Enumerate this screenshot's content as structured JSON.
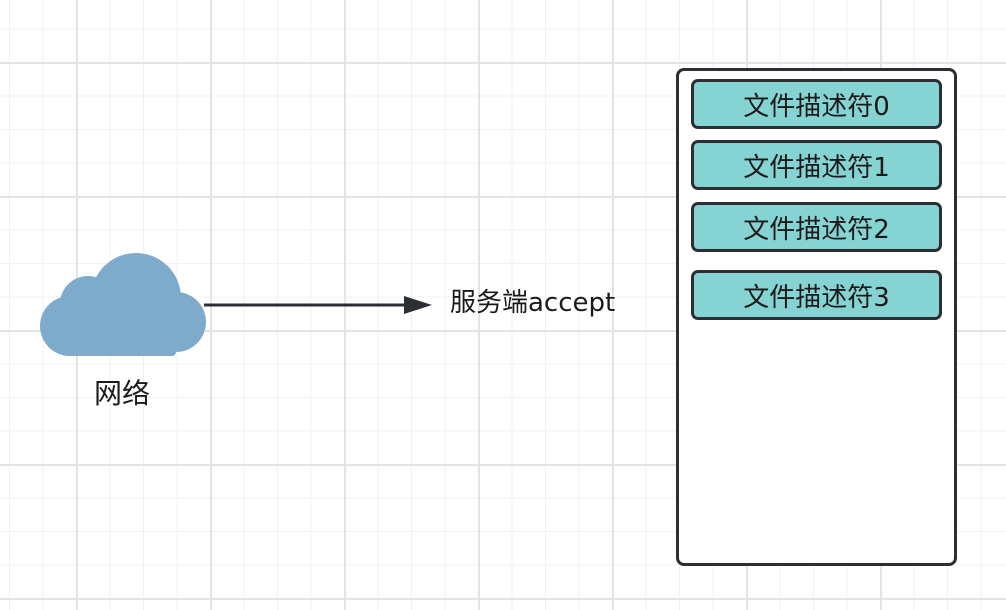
{
  "network": {
    "label": "网络",
    "icon": "cloud-icon",
    "color": "#7eaacb"
  },
  "connection": {
    "label": "服务端accept"
  },
  "fd_table": {
    "item_color": "#86d3d3",
    "border_color": "#2b2f33",
    "items": [
      {
        "label": "文件描述符0"
      },
      {
        "label": "文件描述符1"
      },
      {
        "label": "文件描述符2"
      },
      {
        "label": "文件描述符3"
      }
    ]
  }
}
